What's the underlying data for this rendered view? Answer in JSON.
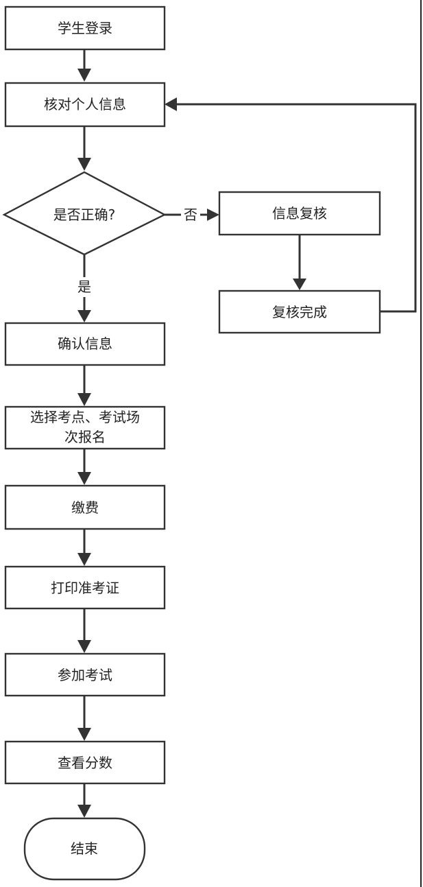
{
  "nodes": {
    "login": "学生登录",
    "verify": "核对个人信息",
    "decision": "是否正确?",
    "review": "信息复核",
    "review_done": "复核完成",
    "confirm": "确认信息",
    "select_line1": "选择考点、考试场",
    "select_line2": "次报名",
    "pay": "缴费",
    "print": "打印准考证",
    "exam": "参加考试",
    "score": "查看分数",
    "end": "结束"
  },
  "edges": {
    "no_label": "否",
    "yes_label": "是"
  }
}
